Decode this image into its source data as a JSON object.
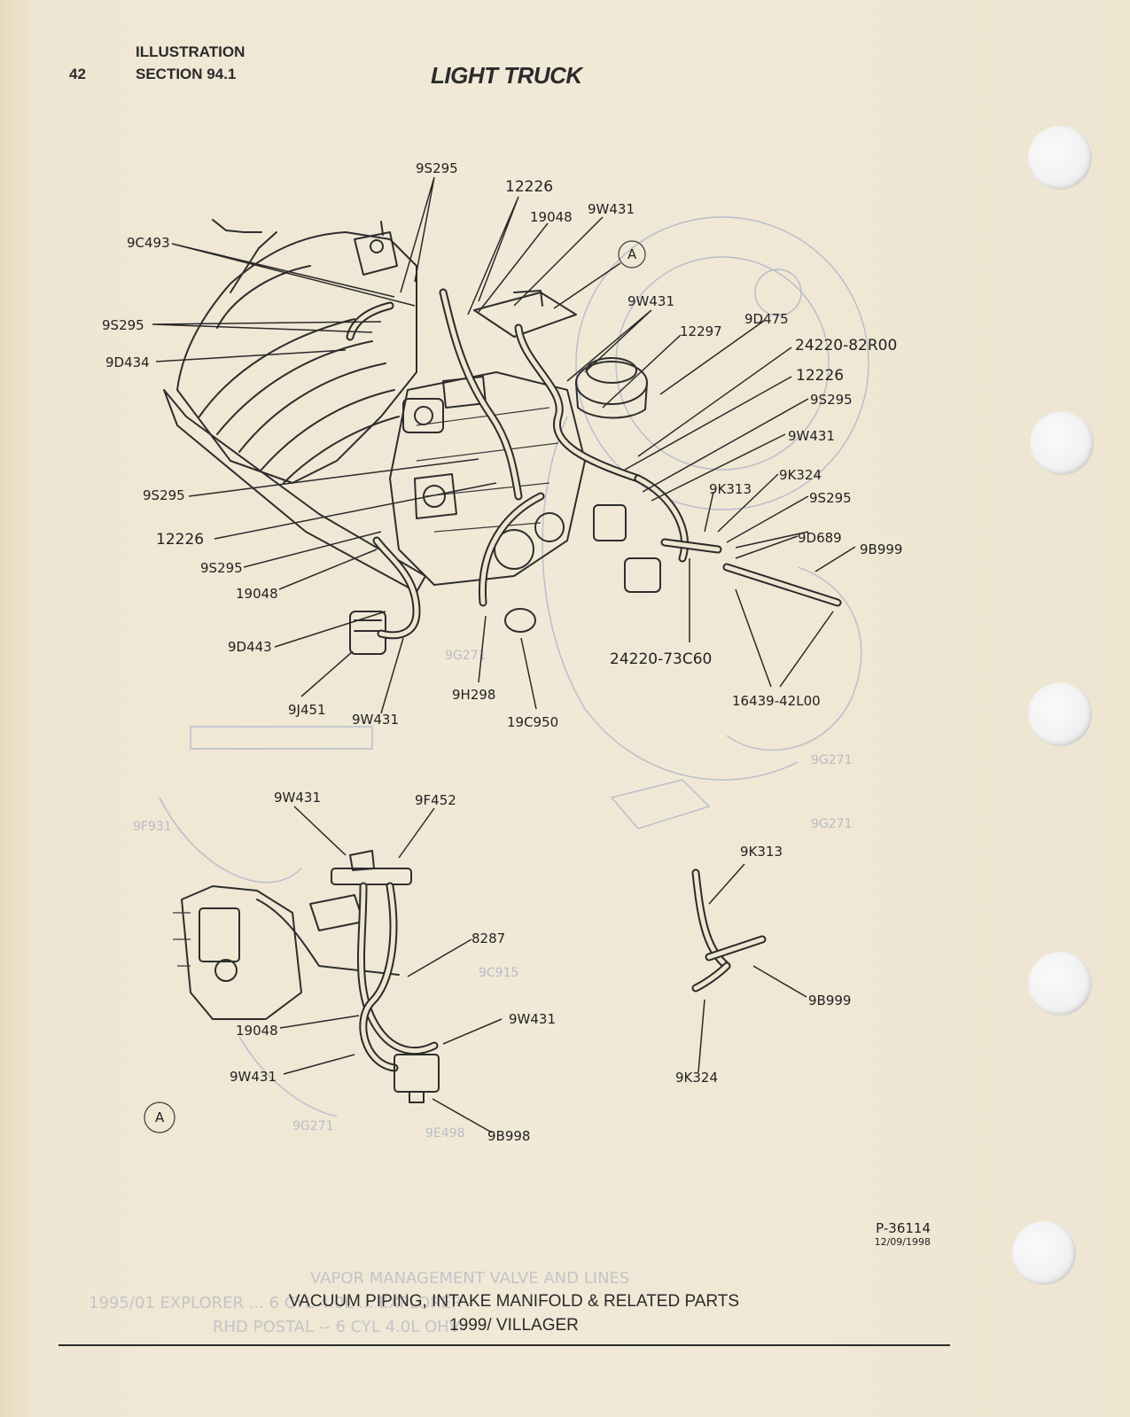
{
  "header": {
    "page_number": "42",
    "line1": "ILLUSTRATION",
    "line2": "SECTION 94.1",
    "title": "LIGHT TRUCK"
  },
  "labels": [
    {
      "id": "l1",
      "text": "9S295"
    },
    {
      "id": "l2",
      "text": "12226"
    },
    {
      "id": "l3",
      "text": "19048"
    },
    {
      "id": "l4",
      "text": "9W431"
    },
    {
      "id": "l5",
      "text": "9C493"
    },
    {
      "id": "l6",
      "text": "A"
    },
    {
      "id": "l7",
      "text": "9W431"
    },
    {
      "id": "l8",
      "text": "9S295"
    },
    {
      "id": "l9",
      "text": "12297"
    },
    {
      "id": "l10",
      "text": "9D475"
    },
    {
      "id": "l11",
      "text": "9D434"
    },
    {
      "id": "l12",
      "text": "24220-82R00"
    },
    {
      "id": "l13",
      "text": "12226"
    },
    {
      "id": "l14",
      "text": "9S295"
    },
    {
      "id": "l15",
      "text": "9W431"
    },
    {
      "id": "l16",
      "text": "9K324"
    },
    {
      "id": "l17",
      "text": "9S295"
    },
    {
      "id": "l18",
      "text": "9K313"
    },
    {
      "id": "l19",
      "text": "9S295"
    },
    {
      "id": "l20",
      "text": "9D689"
    },
    {
      "id": "l21",
      "text": "9B999"
    },
    {
      "id": "l22",
      "text": "12226"
    },
    {
      "id": "l23",
      "text": "9S295"
    },
    {
      "id": "l24",
      "text": "19048"
    },
    {
      "id": "l25",
      "text": "9D443"
    },
    {
      "id": "l26",
      "text": "24220-73C60"
    },
    {
      "id": "l27",
      "text": "9H298"
    },
    {
      "id": "l28",
      "text": "16439-42L00"
    },
    {
      "id": "l29",
      "text": "9J451"
    },
    {
      "id": "l30",
      "text": "9W431"
    },
    {
      "id": "l31",
      "text": "19C950"
    },
    {
      "id": "l32",
      "text": "9W431"
    },
    {
      "id": "l33",
      "text": "9F452"
    },
    {
      "id": "l34",
      "text": "9K313"
    },
    {
      "id": "l35",
      "text": "8287"
    },
    {
      "id": "l36",
      "text": "9W431"
    },
    {
      "id": "l37",
      "text": "19048"
    },
    {
      "id": "l38",
      "text": "9B999"
    },
    {
      "id": "l39",
      "text": "9W431"
    },
    {
      "id": "l40",
      "text": "9K324"
    },
    {
      "id": "l41",
      "text": "A"
    },
    {
      "id": "l42",
      "text": "9B998"
    }
  ],
  "part_number": "P-36114",
  "part_date": "12/09/1998",
  "caption": {
    "line1": "VACUUM PIPING, INTAKE MANIFOLD & RELATED PARTS",
    "line2": "1999/ VILLAGER"
  }
}
